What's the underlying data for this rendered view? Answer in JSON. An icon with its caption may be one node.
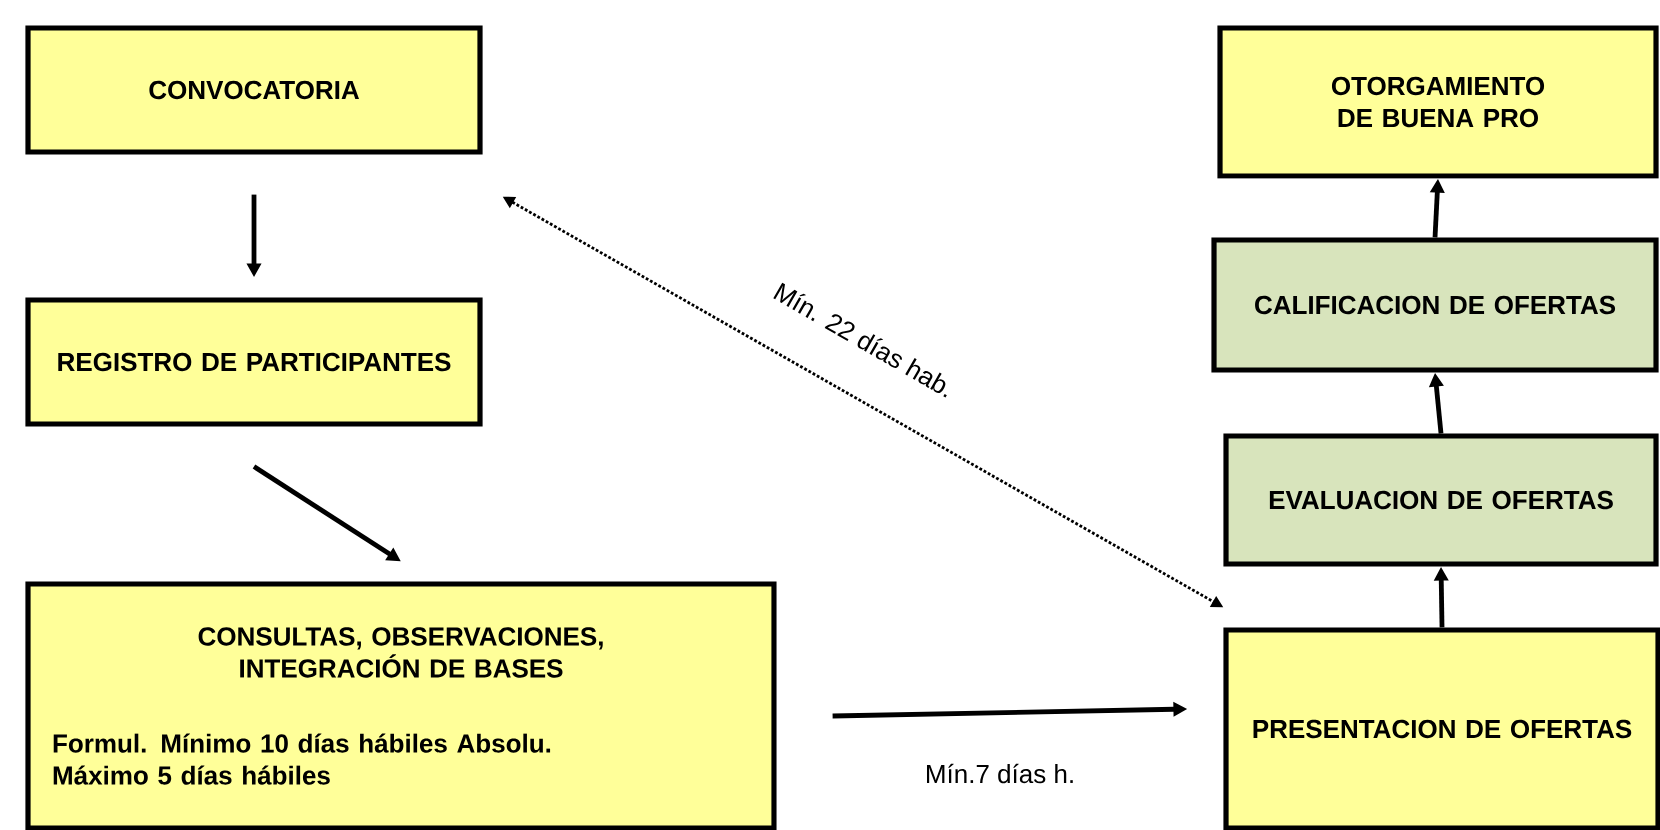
{
  "diagram": {
    "nodes": [
      {
        "text": [
          "CONVOCATORIA"
        ]
      },
      {
        "text": [
          "REGISTRO DE PARTICIPANTES"
        ]
      },
      {
        "text": [
          "CONSULTAS,  OBSERVACIONES, INTEGRACIÓN DE BASES",
          "Formul. Mínimo 10 días hábiles Absolu. Máximo 5 días hábiles"
        ]
      },
      {
        "text": [
          "OTORGAMIENTO DE BUENA PRO"
        ]
      },
      {
        "text": [
          "CALIFICACION DE OFERTAS"
        ]
      },
      {
        "text": [
          "EVALUACION DE OFERTAS"
        ]
      },
      {
        "text": [
          "PRESENTACION DE OFERTAS"
        ]
      }
    ],
    "edges": [
      {
        "from": 0,
        "to": 1,
        "arrow": "to"
      },
      {
        "from": 1,
        "to": 2,
        "arrow": "to"
      },
      {
        "from": 0,
        "to": 6,
        "arrow": "both",
        "style": "dashed",
        "label": "Mín. 22 días hab."
      },
      {
        "from": 2,
        "to": 6,
        "arrow": "to",
        "label": "Mín.7  días h."
      },
      {
        "from": 6,
        "to": 5,
        "arrow": "to"
      },
      {
        "from": 5,
        "to": 4,
        "arrow": "to"
      },
      {
        "from": 4,
        "to": 3,
        "arrow": "to"
      }
    ]
  }
}
